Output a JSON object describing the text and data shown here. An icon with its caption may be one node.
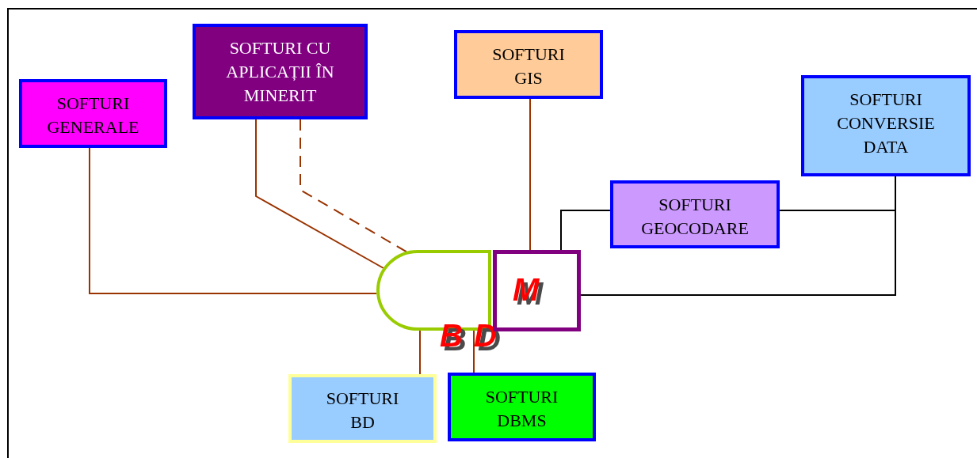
{
  "diagram": {
    "nodes": [
      {
        "text": [
          "SOFTURI GENERALE"
        ]
      },
      {
        "text": [
          "SOFTURI CU APLICAȚII ÎN MINERIT"
        ]
      },
      {
        "text": [
          "SOFTURI GIS"
        ]
      },
      {
        "text": [
          "SOFTURI CONVERSIE DATA"
        ]
      },
      {
        "text": [
          "SOFTURI GEOCODARE"
        ]
      },
      {
        "text": [
          "BD"
        ]
      },
      {
        "text": [
          "M"
        ]
      },
      {
        "text": [
          "SOFTURI BD"
        ]
      },
      {
        "text": [
          "SOFTURI DBMS"
        ]
      }
    ],
    "edges": [
      {
        "from": 0,
        "to": 5,
        "arrow": "none"
      },
      {
        "from": 1,
        "to": 5,
        "arrow": "none"
      },
      {
        "from": 1,
        "to": 5,
        "arrow": "none",
        "style": "dashed"
      },
      {
        "from": 2,
        "to": 6,
        "arrow": "none"
      },
      {
        "from": 6,
        "to": 4,
        "arrow": "none",
        "color": "#000000"
      },
      {
        "from": 4,
        "to": 3,
        "arrow": "none",
        "color": "#000000"
      },
      {
        "from": 6,
        "to": 3,
        "arrow": "none",
        "color": "#000000"
      },
      {
        "from": 5,
        "to": 7,
        "arrow": "none"
      },
      {
        "from": 5,
        "to": 8,
        "arrow": "none"
      }
    ]
  }
}
